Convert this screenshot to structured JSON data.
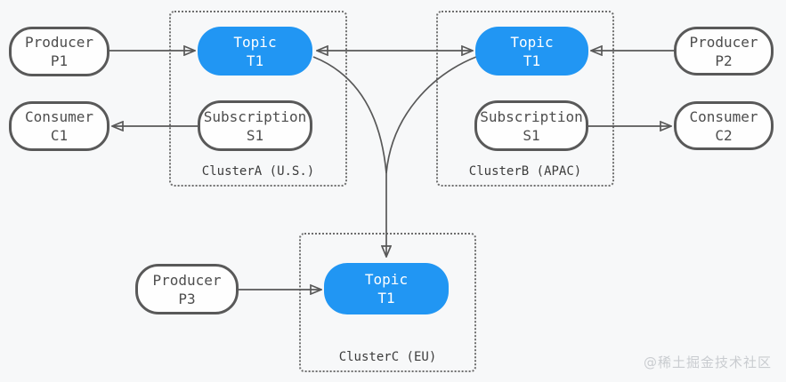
{
  "colors": {
    "background": "#f7f8f9",
    "topic_fill": "#2196f3",
    "node_border": "#595959",
    "node_text": "#4d4d4d",
    "topic_text": "#ffffff",
    "arrow": "#585858",
    "cluster_border": "#6e6e6e",
    "watermark_color": "#c9ccd0"
  },
  "clusters": [
    {
      "id": "cluster-a",
      "label": "ClusterA (U.S.)"
    },
    {
      "id": "cluster-b",
      "label": "ClusterB (APAC)"
    },
    {
      "id": "cluster-c",
      "label": "ClusterC (EU)"
    }
  ],
  "nodes": {
    "producer_p1": {
      "type": "producer",
      "line1": "Producer",
      "line2": "P1"
    },
    "consumer_c1": {
      "type": "consumer",
      "line1": "Consumer",
      "line2": "C1"
    },
    "topic_a": {
      "type": "topic",
      "line1": "Topic",
      "line2": "T1"
    },
    "subscription_a": {
      "type": "subscription",
      "line1": "Subscription",
      "line2": "S1"
    },
    "topic_b": {
      "type": "topic",
      "line1": "Topic",
      "line2": "T1"
    },
    "subscription_b": {
      "type": "subscription",
      "line1": "Subscription",
      "line2": "S1"
    },
    "producer_p2": {
      "type": "producer",
      "line1": "Producer",
      "line2": "P2"
    },
    "consumer_c2": {
      "type": "consumer",
      "line1": "Consumer",
      "line2": "C2"
    },
    "producer_p3": {
      "type": "producer",
      "line1": "Producer",
      "line2": "P3"
    },
    "topic_c": {
      "type": "topic",
      "line1": "Topic",
      "line2": "T1"
    }
  },
  "edges": [
    {
      "from": "producer_p1",
      "to": "topic_a",
      "bidirectional": false
    },
    {
      "from": "subscription_a",
      "to": "consumer_c1",
      "bidirectional": false
    },
    {
      "from": "producer_p2",
      "to": "topic_b",
      "bidirectional": false
    },
    {
      "from": "subscription_b",
      "to": "consumer_c2",
      "bidirectional": false
    },
    {
      "from": "topic_a",
      "to": "topic_b",
      "bidirectional": true
    },
    {
      "from": "topic_a",
      "to": "topic_c",
      "bidirectional": false
    },
    {
      "from": "topic_b",
      "to": "topic_c",
      "bidirectional": false
    },
    {
      "from": "producer_p3",
      "to": "topic_c",
      "bidirectional": false
    }
  ],
  "watermark": "@稀土掘金技术社区"
}
